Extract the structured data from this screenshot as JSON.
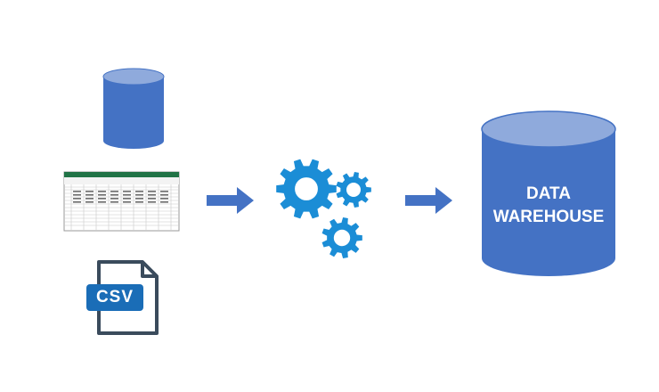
{
  "diagram": {
    "warehouse": {
      "line1": "DATA",
      "line2": "WAREHOUSE"
    },
    "csv_file": {
      "label": "CSV"
    }
  },
  "colors": {
    "cylinder_body": "#4472c4",
    "cylinder_top": "#8faadc",
    "arrow": "#4472c4",
    "gear": "#1b8dd6",
    "csv_badge": "#1a6db7",
    "file_outline": "#3a4b5c",
    "spreadsheet_green": "#217346"
  },
  "icons": [
    "database-icon",
    "spreadsheet-icon",
    "csv-file-icon",
    "gears-icon",
    "arrow-right-icon",
    "data-warehouse-icon"
  ]
}
